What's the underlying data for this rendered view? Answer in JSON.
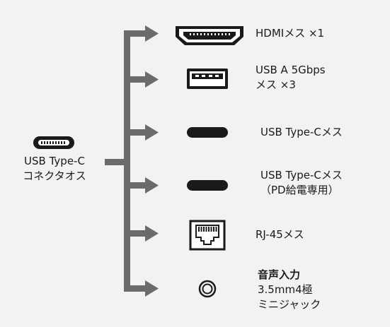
{
  "source": {
    "line1": "USB Type-C",
    "line2": "コネクタオス",
    "icon": "usb-c-connector-icon"
  },
  "ports": [
    {
      "icon": "hdmi-port-icon",
      "lines": [
        "HDMIメス ×1"
      ]
    },
    {
      "icon": "usb-a-port-icon",
      "lines": [
        "USB A 5Gbps",
        "メス ×3"
      ]
    },
    {
      "icon": "usb-c-port-icon",
      "lines": [
        "USB Type-Cメス"
      ]
    },
    {
      "icon": "usb-c-port-icon",
      "lines": [
        "USB Type-Cメス",
        "（PD給電専用）"
      ]
    },
    {
      "icon": "rj45-port-icon",
      "lines": [
        "RJ-45メス"
      ]
    },
    {
      "icon": "audio-jack-icon",
      "lines": [
        "音声入力",
        "3.5mm4極",
        "ミニジャック"
      ]
    }
  ],
  "colors": {
    "background": "#f2f2f2",
    "tree": "#6b6b6b",
    "icon": "#1a1a1a"
  }
}
